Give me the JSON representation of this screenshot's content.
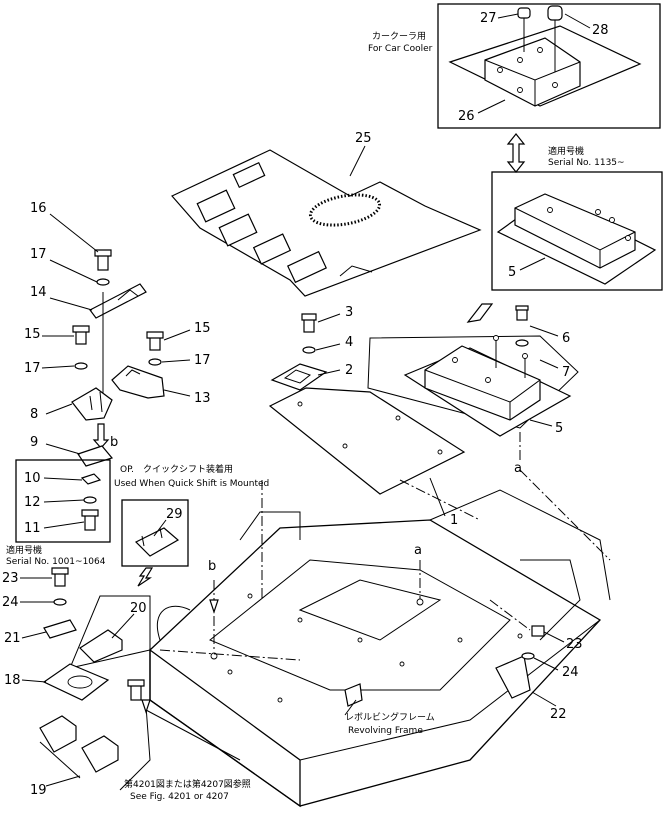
{
  "callouts": {
    "n1": "1",
    "n2": "2",
    "n3": "3",
    "n4": "4",
    "n5a": "5",
    "n5b": "5",
    "n6": "6",
    "n7": "7",
    "n8": "8",
    "n9": "9",
    "n10": "10",
    "n11": "11",
    "n12": "12",
    "n13": "13",
    "n14": "14",
    "n15a": "15",
    "n15b": "15",
    "n16": "16",
    "n17a": "17",
    "n17b": "17",
    "n17c": "17",
    "n18": "18",
    "n19": "19",
    "n20": "20",
    "n21": "21",
    "n22": "22",
    "n23a": "23",
    "n23b": "23",
    "n24a": "24",
    "n24b": "24",
    "n25": "25",
    "n26": "26",
    "n27": "27",
    "n28": "28",
    "n29": "29"
  },
  "letters": {
    "a1": "a",
    "a2": "a",
    "b1": "b",
    "b2": "b"
  },
  "notes": {
    "car_cooler_jp": "カークーラ用",
    "car_cooler_en": "For Car Cooler",
    "serial_top_jp": "適用号機",
    "serial_top_en": "Serial No. 1135~",
    "quick_shift_jp": "OP.　クイックシフト装着用",
    "quick_shift_en": "Used When Quick Shift is Mounted",
    "serial_left_jp": "適用号機",
    "serial_left_en": "Serial  No. 1001~1064",
    "frame_jp": "レボルビングフレーム",
    "frame_en": "Revolving Frame",
    "see_fig_jp": "第4201図または第4207図参照",
    "see_fig_en": "See Fig. 4201 or 4207"
  }
}
